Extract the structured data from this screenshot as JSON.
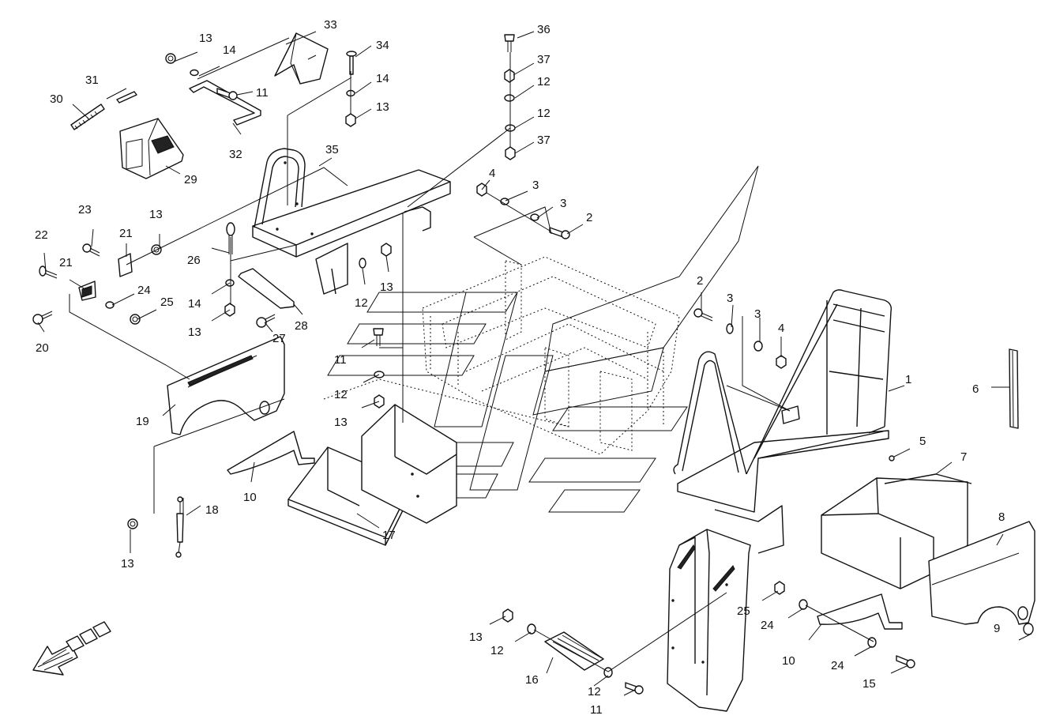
{
  "callouts": [
    {
      "id": "c33a",
      "text": "33"
    },
    {
      "id": "c13a",
      "text": "13"
    },
    {
      "id": "c14a",
      "text": "14"
    },
    {
      "id": "c11a",
      "text": "11"
    },
    {
      "id": "c32",
      "text": "32"
    },
    {
      "id": "c31",
      "text": "31"
    },
    {
      "id": "c30",
      "text": "30"
    },
    {
      "id": "c29",
      "text": "29"
    },
    {
      "id": "c34",
      "text": "34"
    },
    {
      "id": "c14b",
      "text": "14"
    },
    {
      "id": "c13b",
      "text": "13"
    },
    {
      "id": "c35",
      "text": "35"
    },
    {
      "id": "c36",
      "text": "36"
    },
    {
      "id": "c37a",
      "text": "37"
    },
    {
      "id": "c12a",
      "text": "12"
    },
    {
      "id": "c12b",
      "text": "12"
    },
    {
      "id": "c37b",
      "text": "37"
    },
    {
      "id": "c4a",
      "text": "4"
    },
    {
      "id": "c3a",
      "text": "3"
    },
    {
      "id": "c3b",
      "text": "3"
    },
    {
      "id": "c2a",
      "text": "2"
    },
    {
      "id": "c23",
      "text": "23"
    },
    {
      "id": "c13c",
      "text": "13"
    },
    {
      "id": "c22",
      "text": "22"
    },
    {
      "id": "c21a",
      "text": "21"
    },
    {
      "id": "c21b",
      "text": "21"
    },
    {
      "id": "c26",
      "text": "26"
    },
    {
      "id": "c24a",
      "text": "24"
    },
    {
      "id": "c25a",
      "text": "25"
    },
    {
      "id": "c14c",
      "text": "14"
    },
    {
      "id": "c13d",
      "text": "13"
    },
    {
      "id": "c20",
      "text": "20"
    },
    {
      "id": "c27",
      "text": "27"
    },
    {
      "id": "c28",
      "text": "28"
    },
    {
      "id": "c12c",
      "text": "12"
    },
    {
      "id": "c13e",
      "text": "13"
    },
    {
      "id": "c11b",
      "text": "11"
    },
    {
      "id": "c12d",
      "text": "12"
    },
    {
      "id": "c13f",
      "text": "13"
    },
    {
      "id": "c19",
      "text": "19"
    },
    {
      "id": "c10a",
      "text": "10"
    },
    {
      "id": "c17",
      "text": "17"
    },
    {
      "id": "c18",
      "text": "18"
    },
    {
      "id": "c13g",
      "text": "13"
    },
    {
      "id": "c2b",
      "text": "2"
    },
    {
      "id": "c3c",
      "text": "3"
    },
    {
      "id": "c3d",
      "text": "3"
    },
    {
      "id": "c4b",
      "text": "4"
    },
    {
      "id": "c1",
      "text": "1"
    },
    {
      "id": "c6",
      "text": "6"
    },
    {
      "id": "c5",
      "text": "5"
    },
    {
      "id": "c7",
      "text": "7"
    },
    {
      "id": "c8",
      "text": "8"
    },
    {
      "id": "c9",
      "text": "9"
    },
    {
      "id": "c25b",
      "text": "25"
    },
    {
      "id": "c24b",
      "text": "24"
    },
    {
      "id": "c10b",
      "text": "10"
    },
    {
      "id": "c24c",
      "text": "24"
    },
    {
      "id": "c15",
      "text": "15"
    },
    {
      "id": "c13h",
      "text": "13"
    },
    {
      "id": "c12e",
      "text": "12"
    },
    {
      "id": "c16",
      "text": "16"
    },
    {
      "id": "c12f",
      "text": "12"
    },
    {
      "id": "c11c",
      "text": "11"
    }
  ]
}
